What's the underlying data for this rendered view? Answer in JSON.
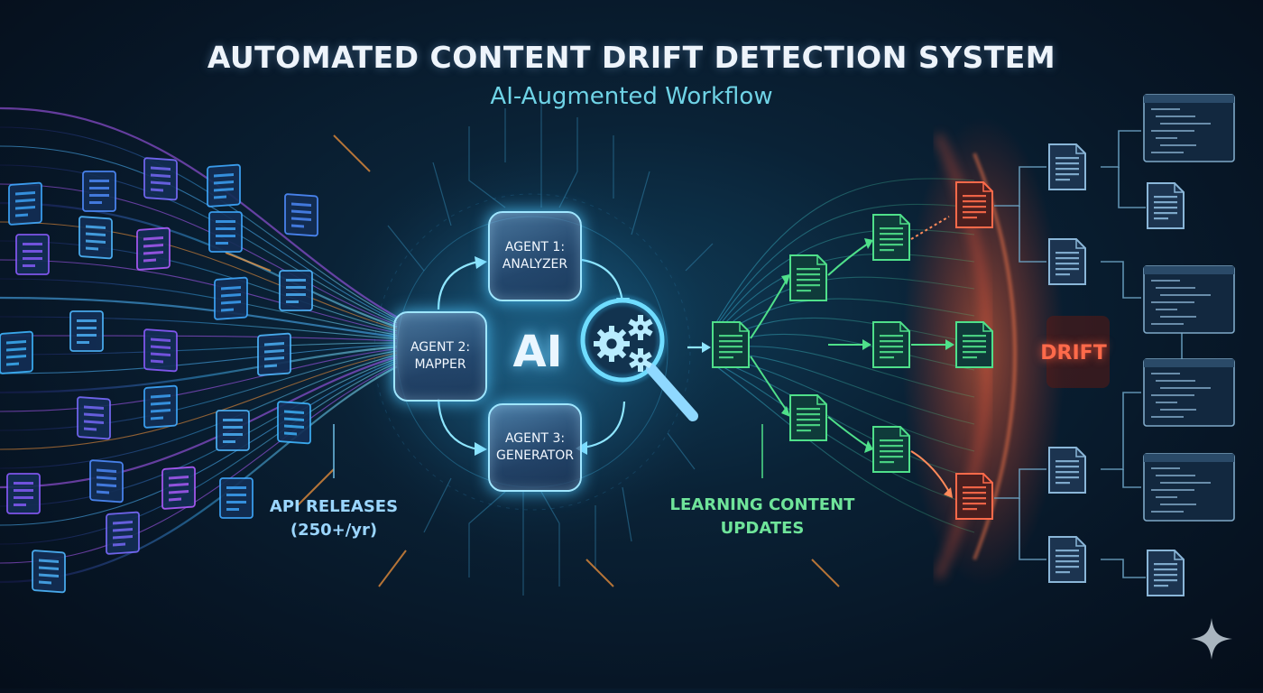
{
  "title": "AUTOMATED CONTENT DRIFT DETECTION SYSTEM",
  "subtitle": "AI-Augmented Workflow",
  "center_label": "AI",
  "agents": [
    {
      "label": "AGENT 1:\nANALYZER"
    },
    {
      "label": "AGENT 2:\nMAPPER"
    },
    {
      "label": "AGENT 3:\nGENERATOR"
    }
  ],
  "labels": {
    "api_releases_line1": "API RELEASES",
    "api_releases_line2": "(250+/yr)",
    "learning_line1": "LEARNING CONTENT",
    "learning_line2": "UPDATES",
    "drift": "DRIFT"
  },
  "icons": {
    "center": "magnifier-gears-icon",
    "document": "document-icon",
    "code_window": "code-window-icon",
    "sparkle": "sparkle-icon"
  },
  "colors": {
    "input_stream": "#3fa9ff",
    "ai_glow": "#5fd6ff",
    "learning_content": "#4fe08a",
    "drift": "#ff5a3c",
    "output_docs": "#7fa9c8"
  }
}
